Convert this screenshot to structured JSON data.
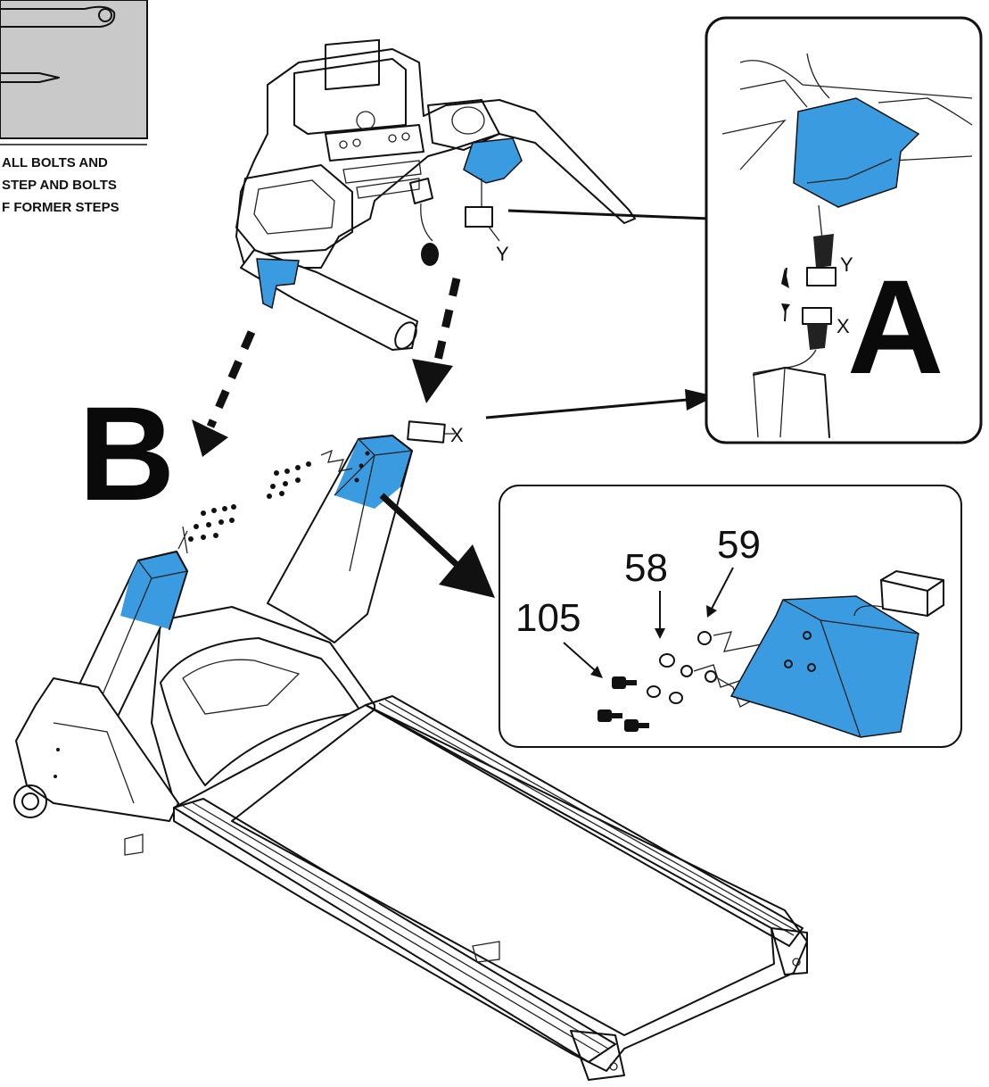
{
  "corner_note": {
    "lines": [
      "ALL BOLTS AND",
      "STEP AND BOLTS",
      "F FORMER STEPS"
    ]
  },
  "labels": {
    "connector_top": "Y",
    "connector_bottom": "X",
    "inset_a_top": "Y",
    "inset_a_bottom": "X",
    "inset_a_letter": "A",
    "step_b_letter": "B"
  },
  "inset_b": {
    "part_105": "105",
    "part_58": "58",
    "part_59": "59"
  },
  "colors": {
    "highlight": "#3a9be0",
    "line": "#111111"
  }
}
